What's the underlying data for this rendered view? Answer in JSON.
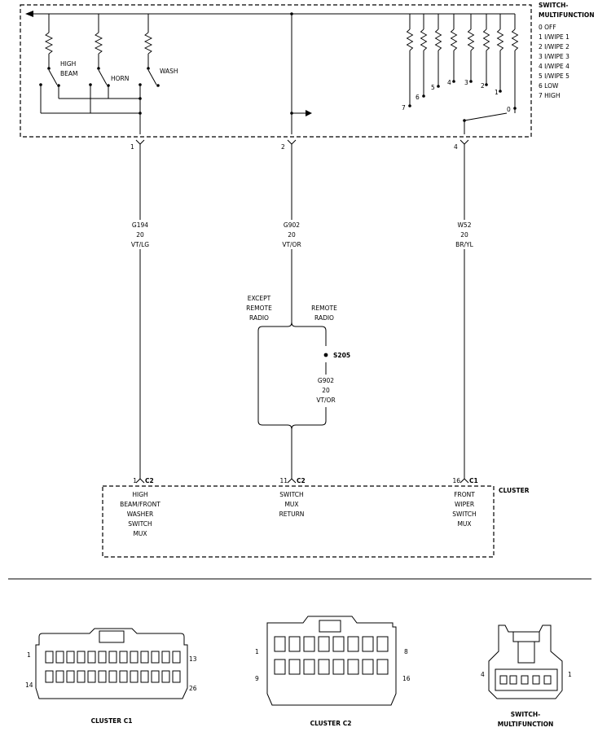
{
  "switch": {
    "title1": "SWITCH-",
    "title2": "MULTIFUNCTION",
    "positions": [
      "0 OFF",
      "1 I/WIPE 1",
      "2 I/WIPE 2",
      "3 I/WIPE 3",
      "4 I/WIPE 4",
      "5 I/WIPE 5",
      "6 LOW",
      "7 HIGH"
    ],
    "high_beam_1": "HIGH",
    "high_beam_2": "BEAM",
    "horn": "HORN",
    "wash": "WASH",
    "contacts": [
      "7",
      "6",
      "5",
      "4",
      "3",
      "2",
      "1",
      "0"
    ]
  },
  "pins_top": [
    "1",
    "2",
    "4"
  ],
  "wires": [
    {
      "circuit": "G194",
      "gauge": "20",
      "color": "VT/LG"
    },
    {
      "circuit": "G902",
      "gauge": "20",
      "color": "VT/OR"
    },
    {
      "circuit": "W52",
      "gauge": "20",
      "color": "BR/YL"
    }
  ],
  "branch": {
    "except_1": "EXCEPT",
    "except_2": "REMOTE",
    "except_3": "RADIO",
    "remote_1": "REMOTE",
    "remote_2": "RADIO",
    "splice": "S205",
    "circuit": "G902",
    "gauge": "20",
    "color": "VT/OR"
  },
  "cluster": {
    "title": "CLUSTER",
    "pins": [
      {
        "pin": "1",
        "conn": "C2",
        "label": [
          "HIGH",
          "BEAM/FRONT",
          "WASHER",
          "SWITCH",
          "MUX"
        ]
      },
      {
        "pin": "11",
        "conn": "C2",
        "label": [
          "SWITCH",
          "MUX",
          "RETURN"
        ]
      },
      {
        "pin": "16",
        "conn": "C1",
        "label": [
          "FRONT",
          "WIPER",
          "SWITCH",
          "MUX"
        ]
      }
    ]
  },
  "connectors": {
    "c1": {
      "name": "CLUSTER C1",
      "p1": "1",
      "p13": "13",
      "p14": "14",
      "p26": "26"
    },
    "c2": {
      "name": "CLUSTER C2",
      "p1": "1",
      "p8": "8",
      "p9": "9",
      "p16": "16"
    },
    "sw": {
      "name1": "SWITCH-",
      "name2": "MULTIFUNCTION",
      "p4": "4",
      "p1": "1"
    }
  }
}
